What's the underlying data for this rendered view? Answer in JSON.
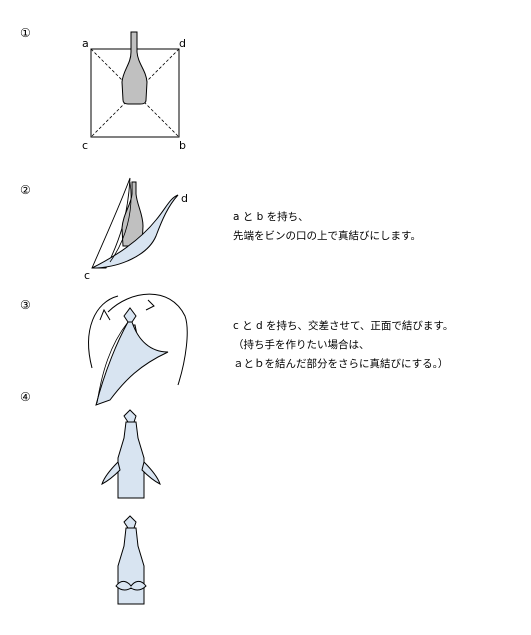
{
  "steps": [
    {
      "number": "①",
      "corners": {
        "a": "a",
        "b": "b",
        "c": "c",
        "d": "d"
      }
    },
    {
      "number": "②",
      "corners": {
        "c": "c",
        "d": "d"
      },
      "text": [
        "a と b を持ち、",
        "先端をビンの口の上で真結びにします。"
      ]
    },
    {
      "number": "③",
      "text": [
        "c と d を持ち、交差させて、正面で結びます。",
        "（持ち手を作りたい場合は、",
        "ａとｂを結んだ部分をさらに真結びにする。）"
      ]
    },
    {
      "number": "④"
    }
  ],
  "colors": {
    "bottle": "#c0c0c0",
    "cloth": "#d8e4f1",
    "line": "#000000"
  }
}
